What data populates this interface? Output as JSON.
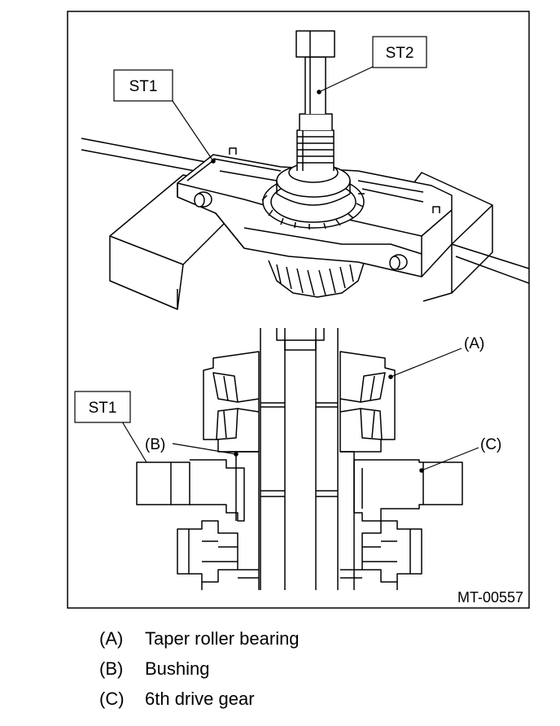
{
  "diagram": {
    "figure_code": "MT-00557",
    "callouts": {
      "st2_top": "ST2",
      "st1_top": "ST1",
      "st1_bottom": "ST1",
      "a": "(A)",
      "b": "(B)",
      "c": "(C)"
    }
  },
  "legend": [
    {
      "key": "(A)",
      "text": "Taper roller bearing"
    },
    {
      "key": "(B)",
      "text": "Bushing"
    },
    {
      "key": "(C)",
      "text": "6th drive gear"
    }
  ]
}
